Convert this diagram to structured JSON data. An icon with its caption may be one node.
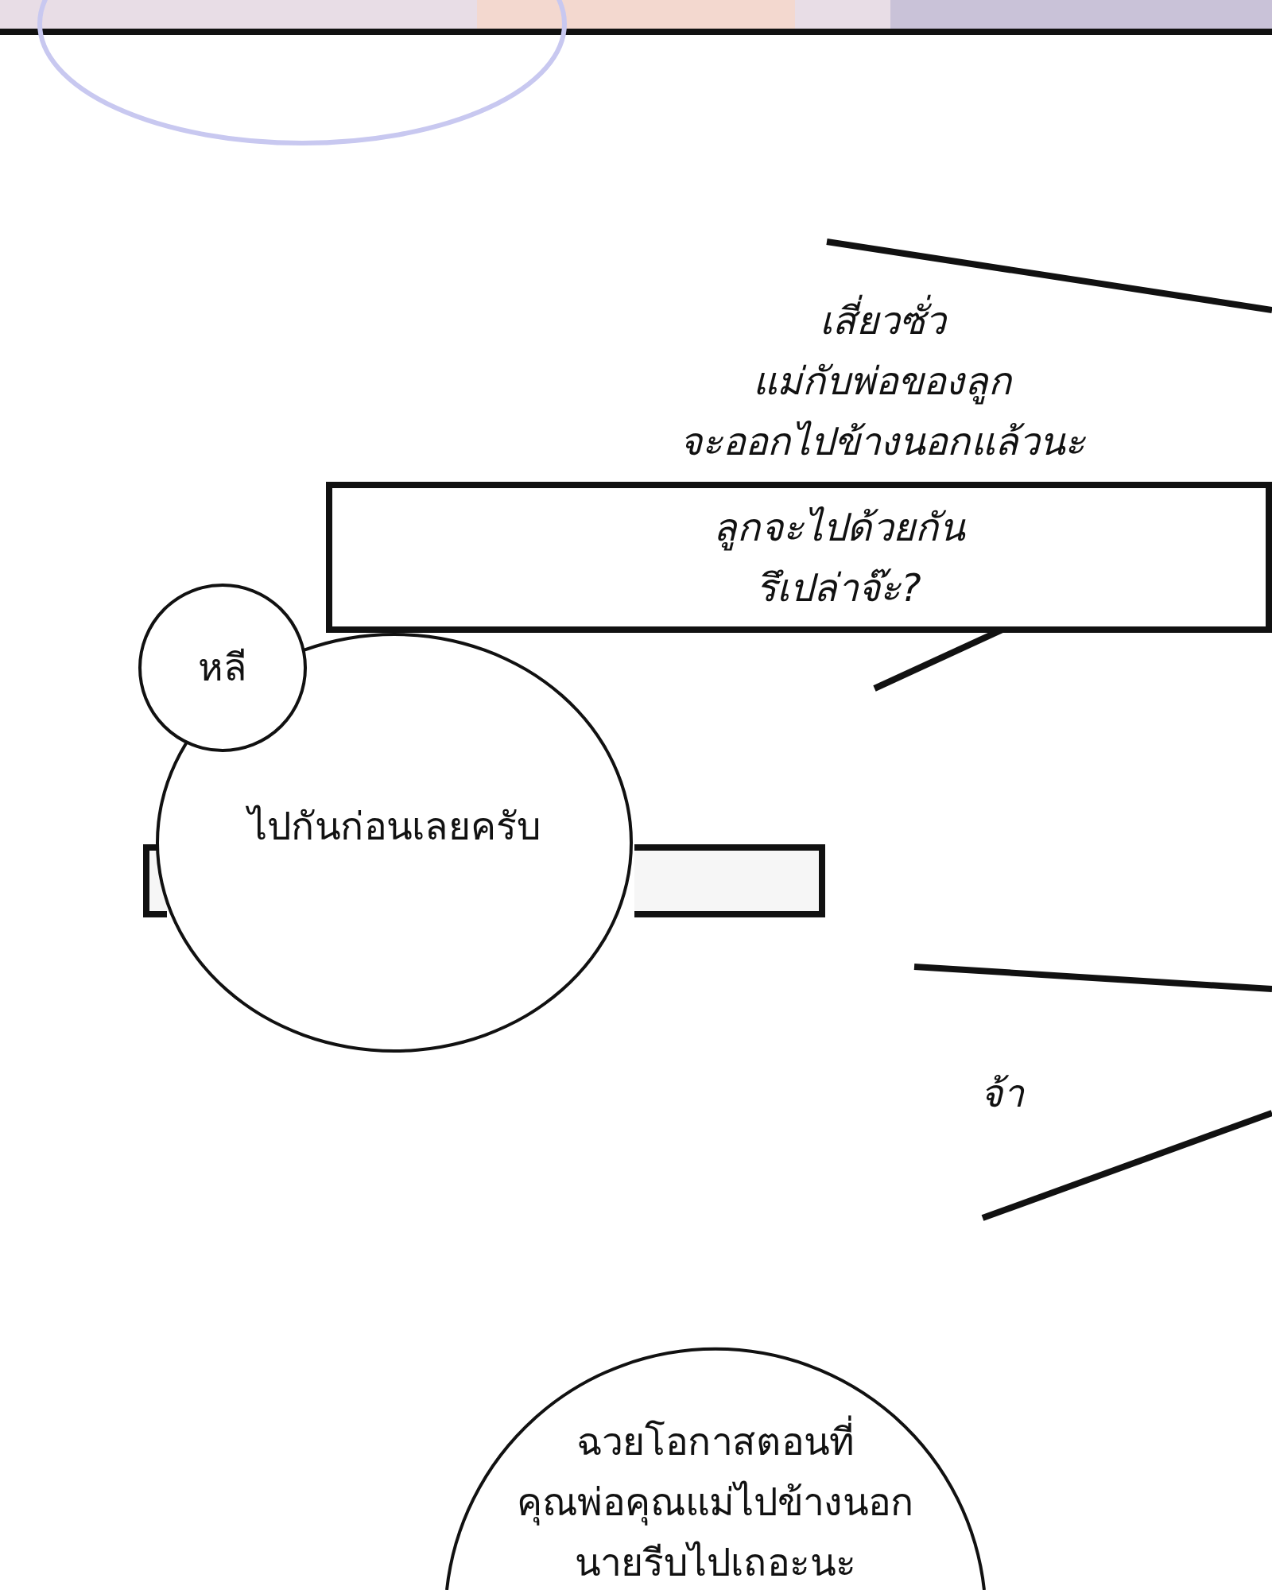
{
  "diagram": {
    "nodes": [
      {
        "text": [
          "เสี่ยวซั่ว แม่กับพ่อของลูก จะออกไปข้างนอกแล้วนะ"
        ]
      },
      {
        "text": [
          "ลูกจะไปด้วยกัน รึเปล่าจ๊ะ?"
        ]
      },
      {
        "text": [
          "หลี"
        ]
      },
      {
        "text": [
          "ไปกันก่อนเลยครับ"
        ]
      },
      {
        "text": [],
        "shape": "box"
      },
      {
        "text": [
          "จ้า"
        ]
      },
      {
        "text": [
          "ฉวยโอกาสตอนที่ คุณพ่อคุณแม่ไปข้างนอก นายรีบไปเถอะนะ"
        ]
      }
    ],
    "edges": []
  }
}
